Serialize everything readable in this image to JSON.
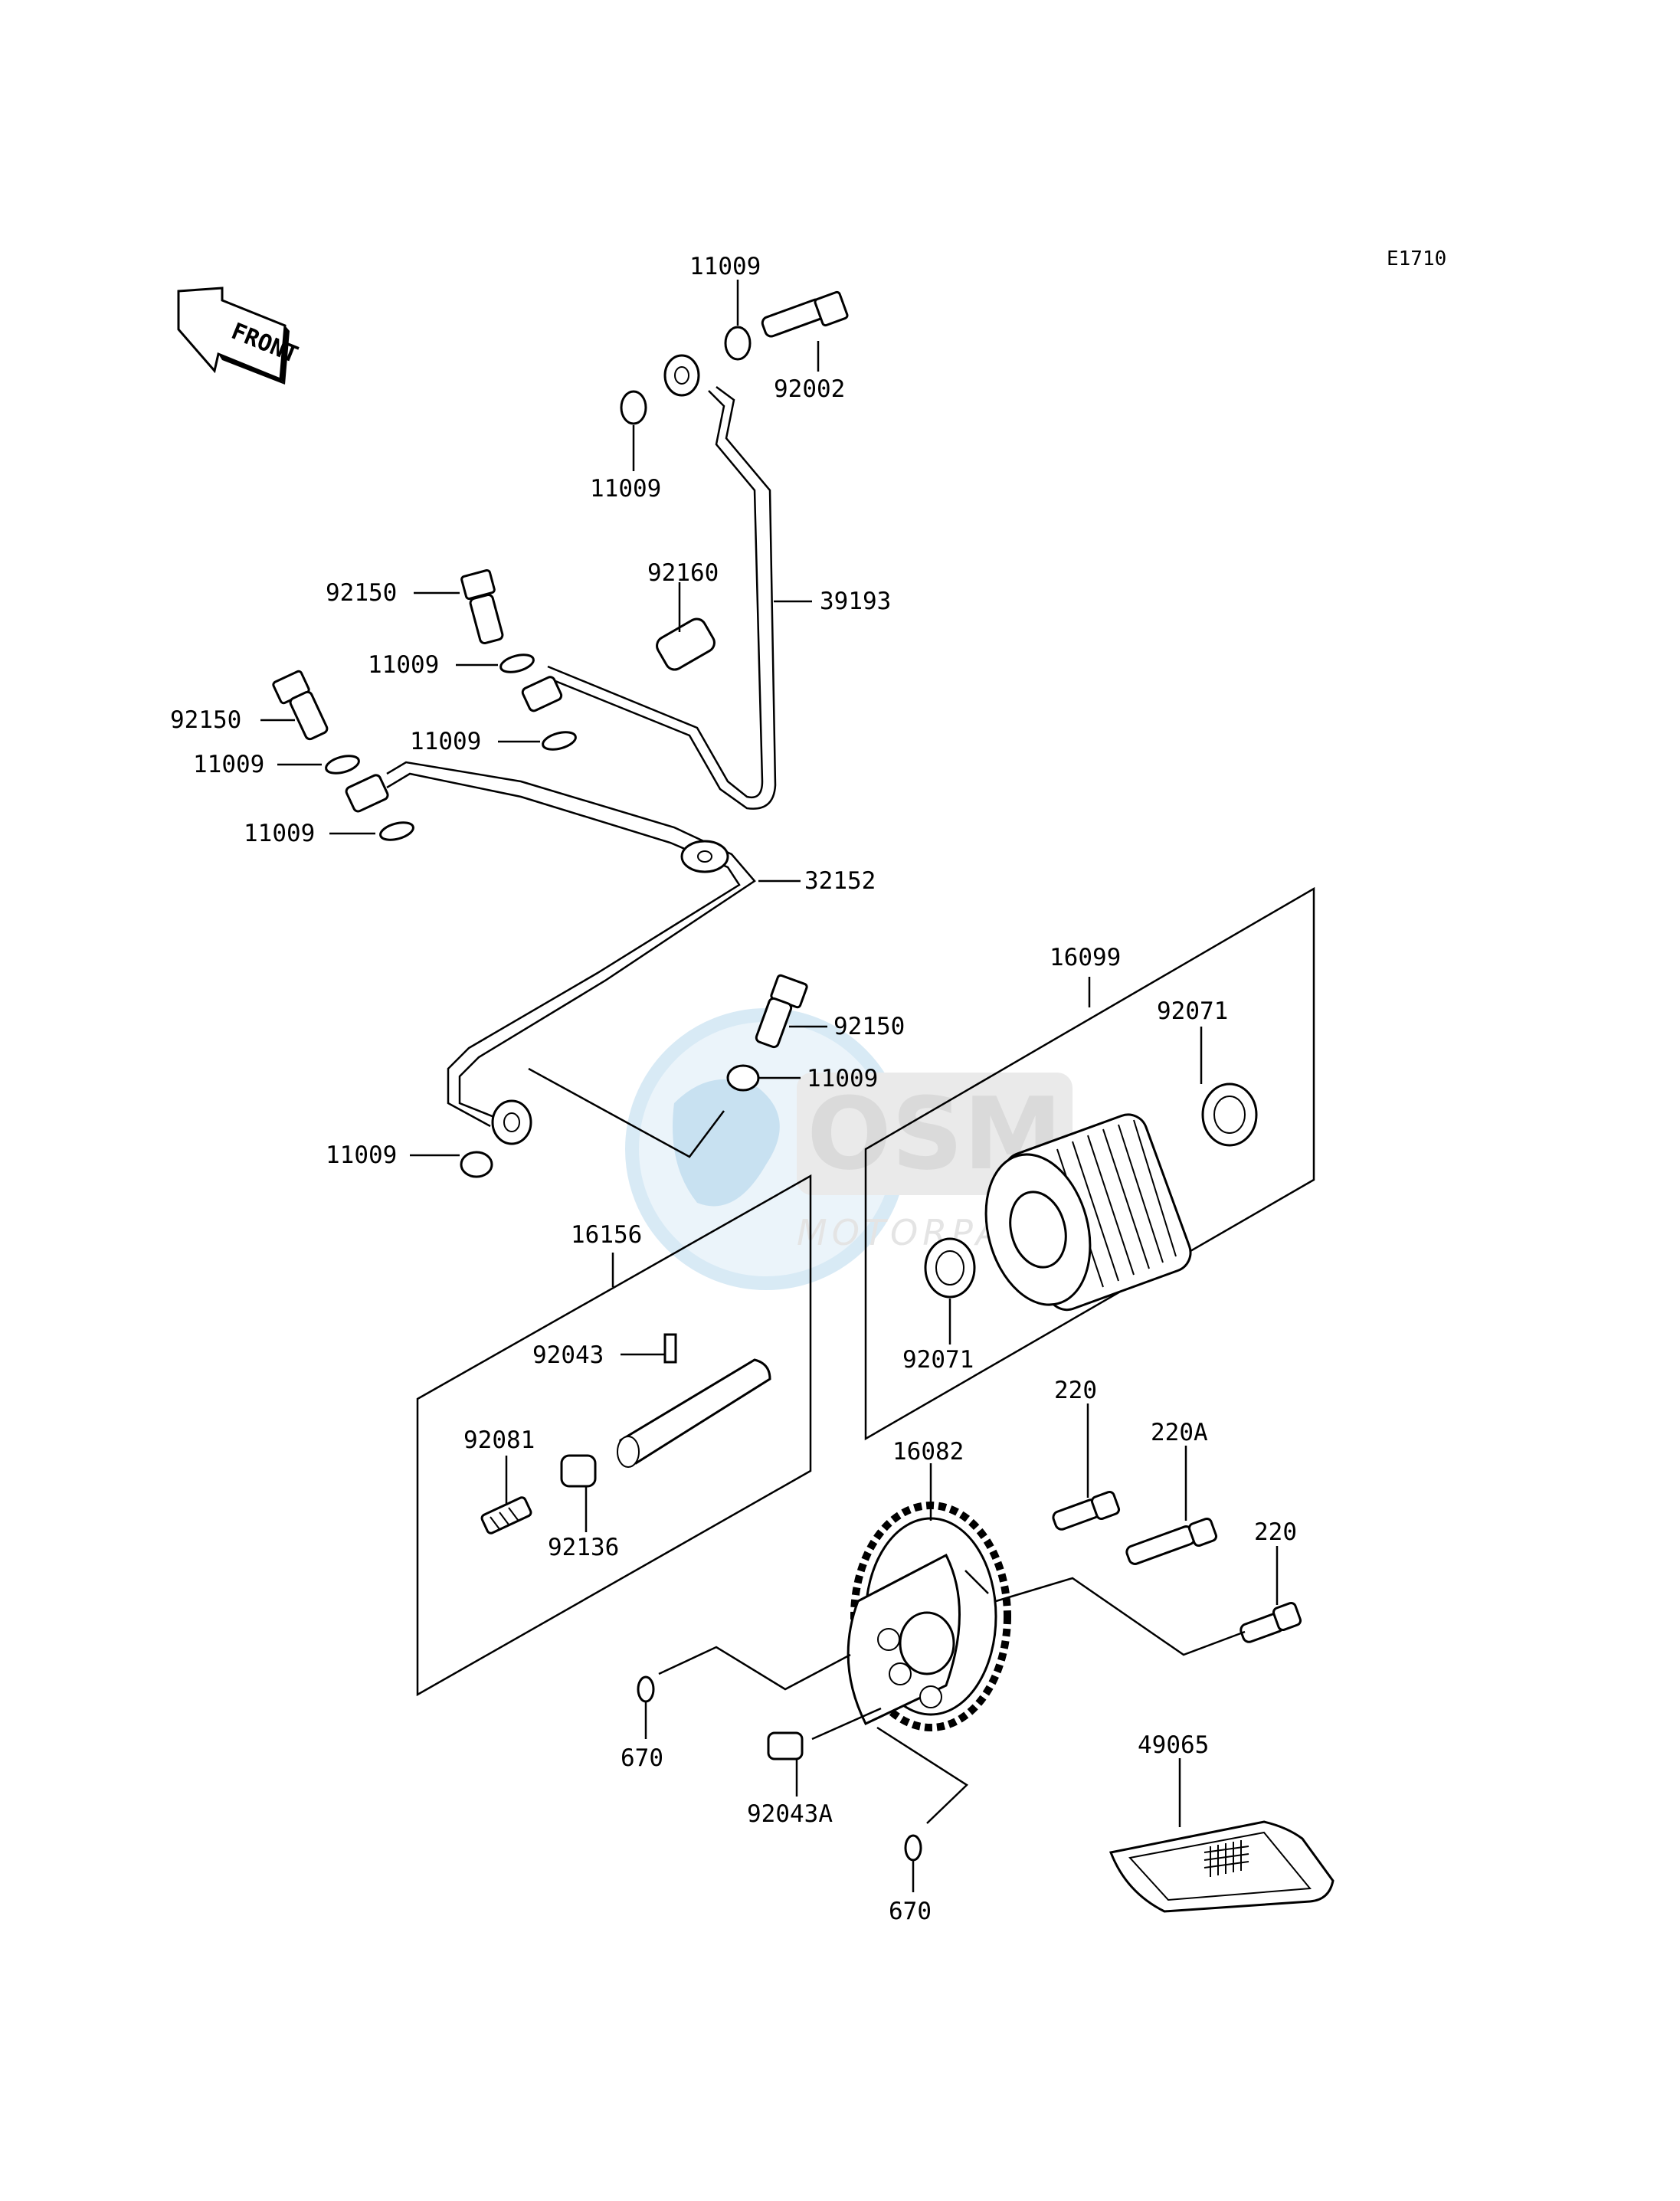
{
  "diagram": {
    "code": "E1710",
    "front_label": "FRONT",
    "watermark": {
      "brand": "OSM",
      "sub": "MOTORPARTS"
    },
    "callouts": {
      "c_11009_top": "11009",
      "c_92002": "92002",
      "c_11009_b": "11009",
      "c_92160": "92160",
      "c_39193": "39193",
      "c_92150_a": "92150",
      "c_11009_c": "11009",
      "c_92150_b": "92150",
      "c_11009_d": "11009",
      "c_11009_e": "11009",
      "c_11009_f": "11009",
      "c_32152": "32152",
      "c_16099": "16099",
      "c_92071_a": "92071",
      "c_92150_c": "92150",
      "c_11009_g": "11009",
      "c_11009_h": "11009",
      "c_16156": "16156",
      "c_92071_b": "92071",
      "c_92043": "92043",
      "c_220_a": "220",
      "c_220A": "220A",
      "c_92081": "92081",
      "c_16082": "16082",
      "c_220_b": "220",
      "c_92136": "92136",
      "c_49065": "49065",
      "c_670_a": "670",
      "c_92043A": "92043A",
      "c_670_b": "670"
    }
  }
}
